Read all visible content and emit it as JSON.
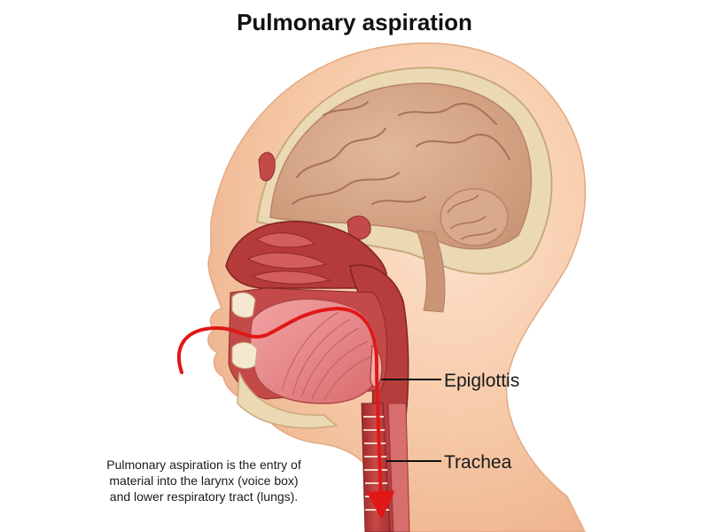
{
  "title": "Pulmonary aspiration",
  "labels": {
    "epiglottis": "Epiglottis",
    "trachea": "Trachea"
  },
  "caption": "Pulmonary aspiration is the entry of material into the larynx (voice box) and lower respiratory tract (lungs).",
  "colors": {
    "skin": "#f6c8a6",
    "bone": "#ead9b3",
    "brain": "#d8a98a",
    "tissue_dark": "#b33a3a",
    "tissue_light": "#e9898a",
    "arrow": "#e01818",
    "leader_line": "#111111"
  }
}
